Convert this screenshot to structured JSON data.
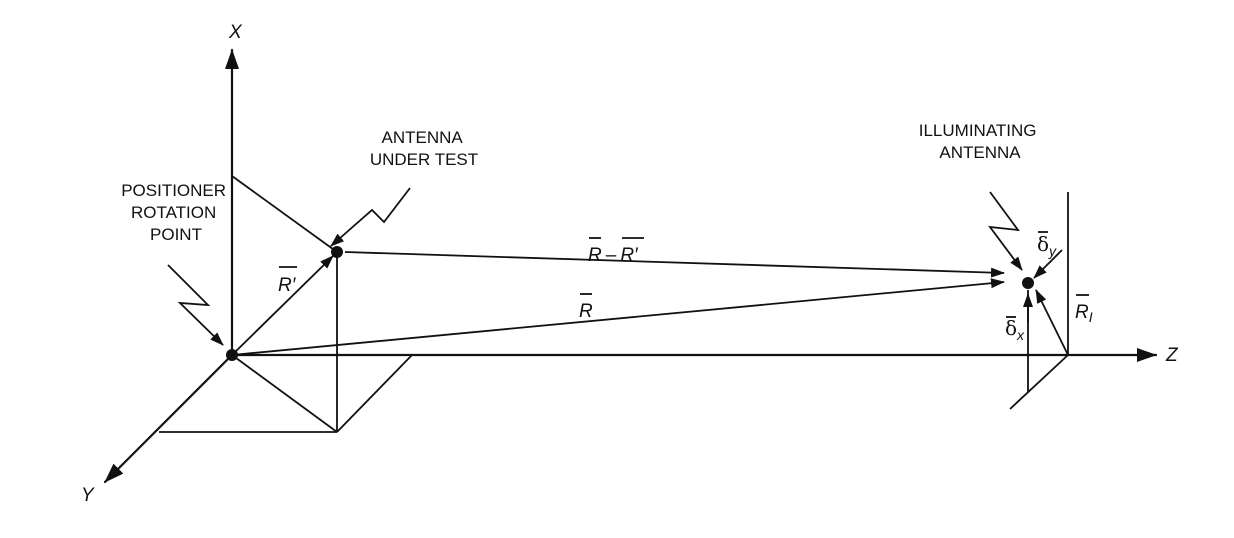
{
  "axes": {
    "x": "X",
    "y": "Y",
    "z": "Z"
  },
  "labels": {
    "positioner": [
      "POSITIONER",
      "ROTATION",
      "POINT"
    ],
    "antenna_under_test": [
      "ANTENNA",
      "UNDER TEST"
    ],
    "illuminating_antenna": [
      "ILLUMINATING",
      "ANTENNA"
    ]
  },
  "vectors": {
    "r_prime": {
      "base": "R",
      "prime": "′"
    },
    "r": {
      "base": "R"
    },
    "r_diff": {
      "base1": "R",
      "minus": "–",
      "base2": "R",
      "prime": "′"
    },
    "r_i": {
      "base": "R",
      "sub": "I"
    },
    "delta_x": {
      "base": "δ",
      "sub": "x"
    },
    "delta_y": {
      "base": "δ",
      "sub": "y"
    }
  }
}
